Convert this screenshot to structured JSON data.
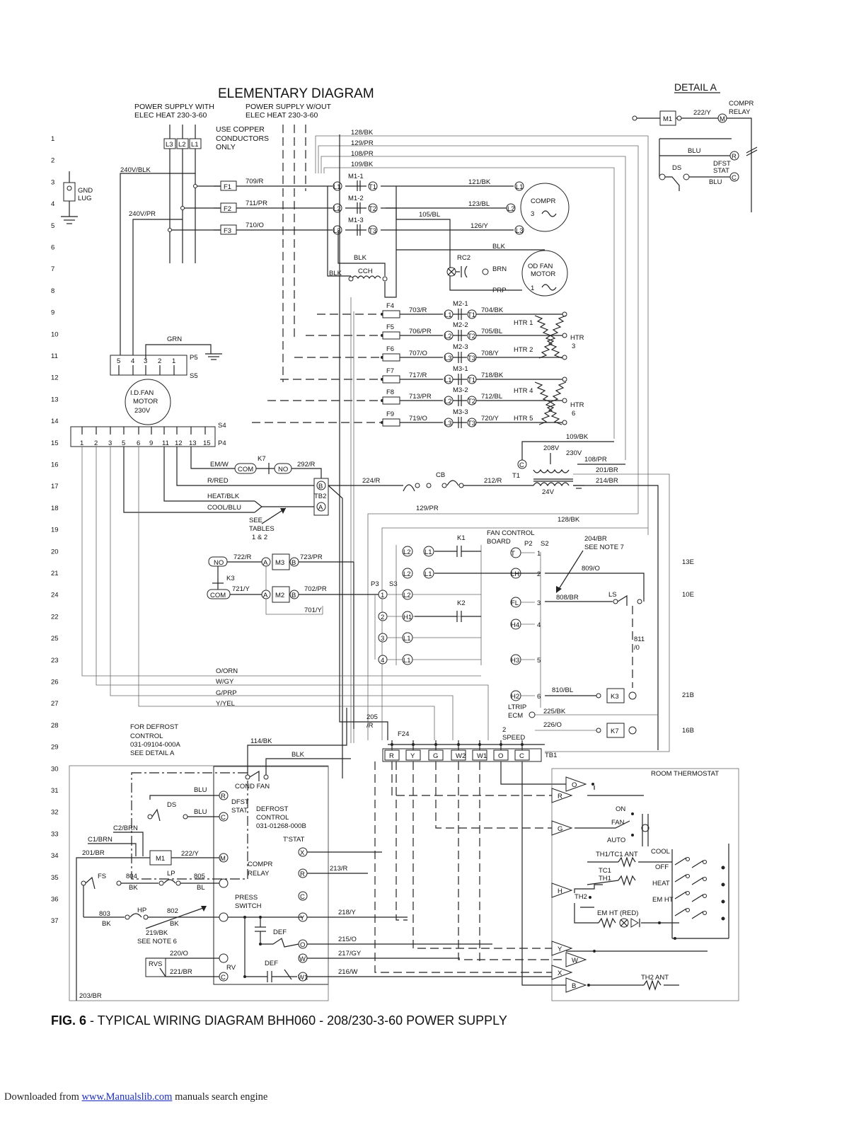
{
  "title": "ELEMENTARY DIAGRAM",
  "detail_a": {
    "title": "DETAIL A",
    "labels": [
      "M1",
      "222/Y",
      "M",
      "COMPR",
      "RELAY",
      "BLU",
      "DS",
      "R",
      "DFST",
      "STAT",
      "BLU",
      "C"
    ]
  },
  "power_supply": {
    "with_heat": [
      "POWER SUPPLY WITH",
      "ELEC HEAT 230-3-60"
    ],
    "without_heat": [
      "POWER SUPPLY W/OUT",
      "ELEC HEAT 230-3-60"
    ],
    "copper_note": [
      "USE COPPER",
      "CONDUCTORS",
      "ONLY"
    ],
    "lines": [
      "L3",
      "L2",
      "L1"
    ]
  },
  "row_numbers": [
    "1",
    "2",
    "3",
    "4",
    "5",
    "6",
    "7",
    "8",
    "9",
    "10",
    "11",
    "12",
    "13",
    "14",
    "15",
    "16",
    "17",
    "18",
    "19",
    "20",
    "21",
    "24",
    "22",
    "25",
    "23",
    "26",
    "27",
    "28",
    "29",
    "30",
    "31",
    "32",
    "33",
    "34",
    "35",
    "36",
    "37"
  ],
  "ground": [
    "GND",
    "LUG"
  ],
  "wire_labels": {
    "top_bundle": [
      "128/BK",
      "129/PR",
      "108/PR",
      "109/BK"
    ],
    "supply": [
      "240V/BLK",
      "240V/PR"
    ],
    "fuse_wires": [
      "709/R",
      "711/PR",
      "710/O"
    ],
    "fuses_main": [
      "F1",
      "F2",
      "F3"
    ],
    "contactor_m1": [
      "M1-1",
      "M1-2",
      "M1-3"
    ],
    "contactor_terms": [
      "L1",
      "T1",
      "L2",
      "T2",
      "L3",
      "T3"
    ],
    "compressor_wires": [
      "121/BK",
      "123/BL",
      "126/Y",
      "105/BL"
    ],
    "compressor": [
      "COMPR",
      "3",
      "L1",
      "L2",
      "L3"
    ],
    "misc": [
      "BLK",
      "BLK",
      "CCH",
      "BLK",
      "RC2",
      "BRN",
      "PRP"
    ],
    "od_fan": [
      "OD FAN",
      "MOTOR",
      "1"
    ]
  },
  "heaters": {
    "fuses": [
      "F4",
      "F5",
      "F6",
      "F7",
      "F8",
      "F9"
    ],
    "in_wires": [
      "703/R",
      "706/PR",
      "707/O",
      "717/R",
      "713/PR",
      "719/O"
    ],
    "contacts": [
      "M2-1",
      "M2-2",
      "M2-3",
      "M3-1",
      "M3-2",
      "M3-3"
    ],
    "out_wires": [
      "704/BK",
      "705/BL",
      "708/Y",
      "718/BK",
      "712/BL",
      "720/Y"
    ],
    "htr_labels": [
      "HTR 1",
      "HTR 2",
      "HTR 4",
      "HTR 5"
    ],
    "htr_bank": [
      "HTR",
      "3",
      "HTR",
      "6"
    ],
    "terms": [
      "L1",
      "T1",
      "L2",
      "T2",
      "L3",
      "T3"
    ]
  },
  "id_fan": {
    "label": [
      "I.D.FAN",
      "MOTOR",
      "230V"
    ],
    "p5_pins": [
      "5",
      "4",
      "3",
      "2",
      "1"
    ],
    "grn": "GRN",
    "p5": "P5",
    "s5": "S5",
    "s4": "S4",
    "p4": "P4",
    "p4_pins": [
      "1",
      "2",
      "3",
      "5",
      "6",
      "9",
      "11",
      "12",
      "13",
      "15"
    ]
  },
  "control": {
    "em_w": "EM/W",
    "r_red": "R/RED",
    "heat_blk": "HEAT/BLK",
    "cool_blu": "COOL/BLU",
    "see_tables": [
      "SEE",
      "TABLES",
      "1 & 2"
    ],
    "k7": "K7",
    "com": "COM",
    "no": "NO",
    "w292": "292/R",
    "tb2": "TB2",
    "b": "B",
    "a": "A",
    "w224": "224/R",
    "cb": "CB",
    "w212": "212/R",
    "t1": "T1",
    "v24": "24V",
    "v208": "208V",
    "v230": "230V",
    "w109": "109/BK",
    "w108": "108/PR",
    "w201": "201/BR",
    "w214": "214/BR",
    "c": "C",
    "w129": "129/PR",
    "w128": "128/BK"
  },
  "relays": {
    "no": "NO",
    "w722": "722/R",
    "m3": "M3",
    "w723": "723/PR",
    "k3": "K3",
    "com": "COM",
    "w721": "721/Y",
    "m2": "M2",
    "w702": "702/PR",
    "w701": "701/Y",
    "a": "A",
    "b": "B"
  },
  "fan_board": {
    "title": [
      "FAN CONTROL",
      "BOARD"
    ],
    "p2": "P2",
    "s2": "S2",
    "p3": "P3",
    "s3": "S3",
    "k1": "K1",
    "k2": "K2",
    "left_terms": [
      "L2",
      "L1",
      "L2",
      "L1",
      "L2",
      "H1",
      "L1",
      "L1"
    ],
    "p3_pins": [
      "1",
      "2",
      "3",
      "4"
    ],
    "right_terms": [
      "T",
      "LH",
      "FL",
      "H4",
      "H3",
      "H2"
    ],
    "right_pins": [
      "1",
      "2",
      "3",
      "4",
      "5",
      "6"
    ],
    "w204": [
      "204/BR",
      "SEE NOTE 7"
    ],
    "w809": "809/O",
    "w808": "808/BR",
    "ls": "LS",
    "w811": [
      "811",
      "/0"
    ],
    "w810": "810/BL",
    "k3": "K3",
    "k7": "K7",
    "ltrip": [
      "LTRIP",
      "ECM"
    ],
    "w225": "225/BK",
    "w226": "226/O",
    "speed": [
      "2",
      "SPEED"
    ],
    "refs": [
      "13E",
      "10E",
      "21B",
      "16B"
    ]
  },
  "thermostat_wires": [
    "O/ORN",
    "W/GY",
    "G/PRP",
    "Y/YEL"
  ],
  "tb1": {
    "label": "TB1",
    "terms": [
      "R",
      "Y",
      "G",
      "W2",
      "W1",
      "O",
      "C"
    ],
    "w205": [
      "205",
      "/R"
    ],
    "f24": "F24"
  },
  "defrost": {
    "note": [
      "FOR DEFROST",
      "CONTROL",
      "031-09104-000A",
      "SEE DETAIL A"
    ],
    "w114": "114/BK",
    "blk": "BLK",
    "cond_fan": "COND FAN",
    "blu": "BLU",
    "ds": "DS",
    "blu2": "BLU",
    "dfst": [
      "DFST",
      "STAT"
    ],
    "defrost_control": [
      "DEFROST",
      "CONTROL",
      "031-01268-000B"
    ],
    "c2": "C2/BRN",
    "c1": "C1/BRN",
    "w201": "201/BR",
    "m1": "M1",
    "w222": "222/Y",
    "tstat": "T'STAT",
    "compr_relay": [
      "COMPR",
      "RELAY"
    ],
    "fs": "FS",
    "w804": [
      "804",
      "BK"
    ],
    "lp": "LP",
    "w805": [
      "805",
      "BL"
    ],
    "press": [
      "PRESS",
      "SWITCH"
    ],
    "w803": [
      "803",
      "BK"
    ],
    "hp": "HP",
    "w802": [
      "802",
      "BK"
    ],
    "w219": [
      "219/BK",
      "SEE NOTE 6"
    ],
    "w220": "220/O",
    "rvs": "RVS",
    "w221": "221/BR",
    "rv": "RV",
    "def": "DEF",
    "def2": "DEF",
    "w203": "203/BR",
    "terms": [
      "M",
      "X",
      "R",
      "C",
      "Y",
      "O",
      "W",
      "W1",
      "R",
      "C"
    ],
    "w213": "213/R",
    "w218": "218/Y",
    "w215": "215/O",
    "w217": "217/GY",
    "w216": "216/W"
  },
  "room_thermostat": {
    "title": "ROOM THERMOSTAT",
    "labels": [
      "ON",
      "FAN",
      "AUTO",
      "TH1/TC1 ANT",
      "COOL",
      "OFF",
      "TC1",
      "TH1",
      "HEAT",
      "TH2",
      "EM HT",
      "EM HT (RED)",
      "TH2 ANT"
    ],
    "terms": [
      "O",
      "R",
      "G",
      "H",
      "Y",
      "W",
      "X",
      "B"
    ]
  },
  "caption": {
    "bold": "FIG. 6",
    "rest": " - TYPICAL WIRING DIAGRAM BHH060 - 208/230-3-60 POWER SUPPLY"
  },
  "footer": {
    "prefix": "Downloaded from ",
    "link": "www.Manualslib.com",
    "suffix": "  manuals search engine"
  }
}
